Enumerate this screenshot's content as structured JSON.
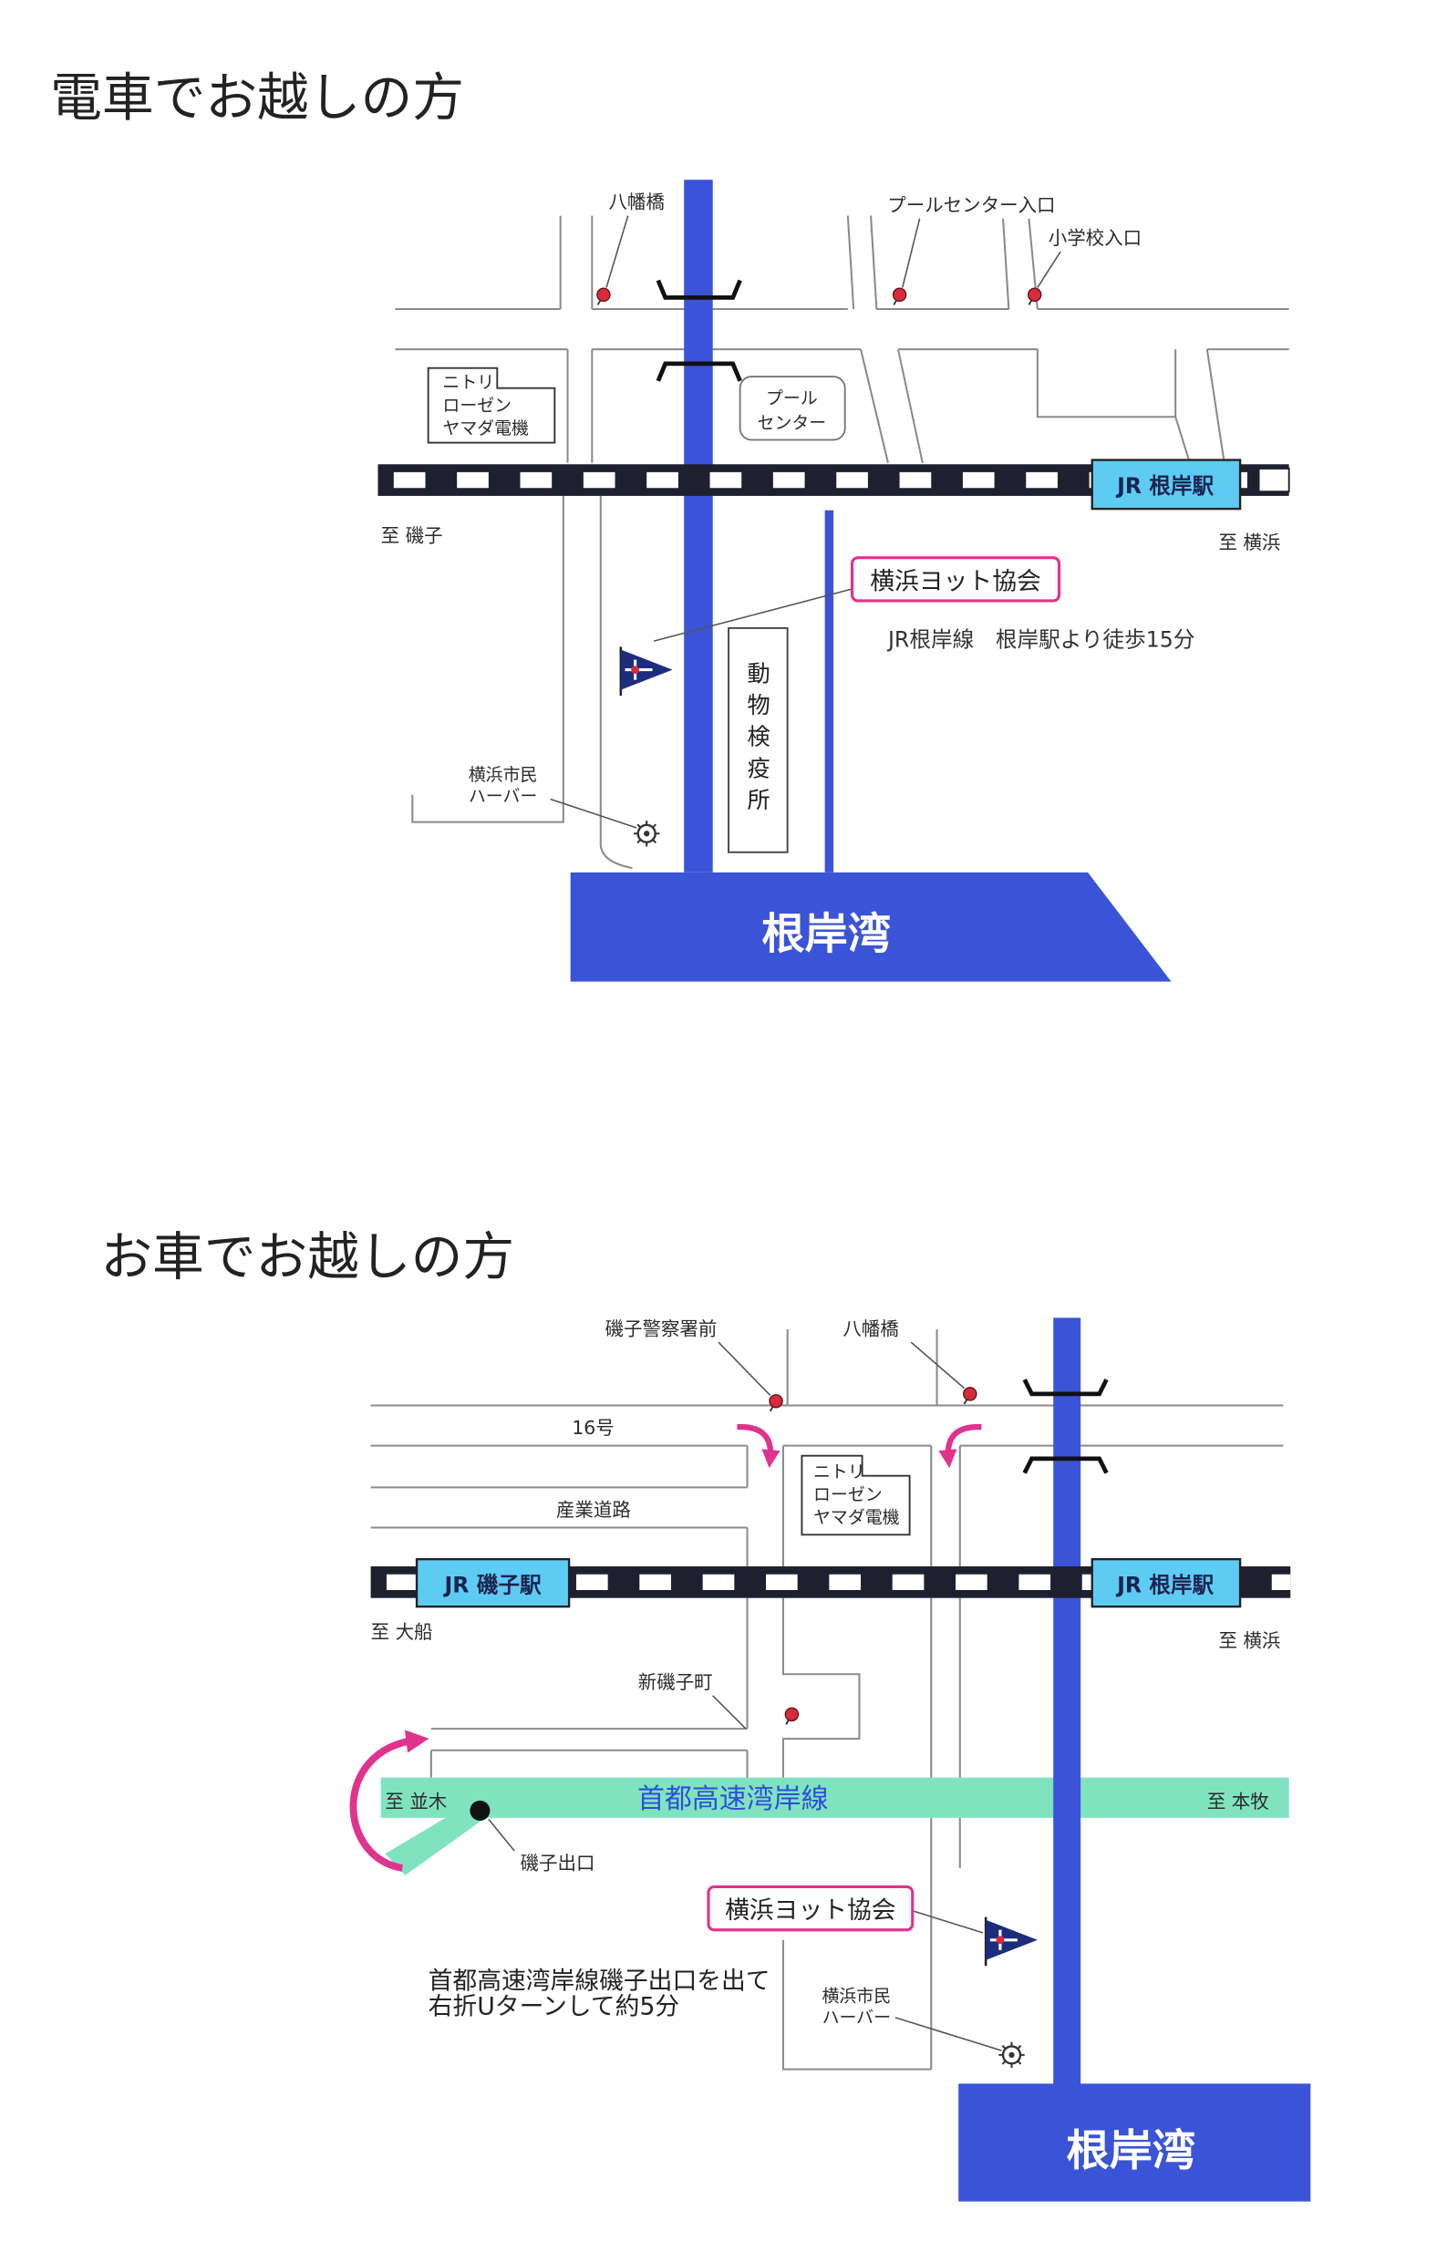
{
  "colors": {
    "river_blue": "#3b53d6",
    "station_fill": "#5ecbf3",
    "expressway_green": "#80e3c0",
    "highlight_magenta": "#e0338e",
    "pin_red": "#d62b3d",
    "flag_navy": "#1c2d7e",
    "rail_dark": "#1e2030",
    "road_gray": "#8a8a8a",
    "expressway_text": "#2d4fd6"
  },
  "icons": [
    "map-pin-icon",
    "flag-icon",
    "ship-wheel-icon",
    "curved-arrow-icon",
    "u-turn-arrow-icon",
    "exit-dot-icon"
  ],
  "train_access": {
    "title": "電車でお越しの方",
    "map": {
      "stop_hachimanbashi": "八幡橋",
      "stop_pool_center_entrance": "プールセンター入口",
      "stop_school_entrance": "小学校入口",
      "store_block": [
        "ニトリ",
        "ローゼン",
        "ヤマダ電機"
      ],
      "pool_center": [
        "プール",
        "センター"
      ],
      "station_negishi": "JR 根岸駅",
      "to_isogo": "至 磯子",
      "to_yokohama": "至 横浜",
      "yacht_association": "横浜ヨット協会",
      "walk_note": "JR根岸線　根岸駅より徒歩15分",
      "quarantine_station": "動物検疫所",
      "citizen_harbor": [
        "横浜市民",
        "ハーバー"
      ],
      "bay": "根岸湾"
    }
  },
  "car_access": {
    "title": "お車でお越しの方",
    "map": {
      "stop_isogo_police": "磯子警察署前",
      "stop_hachimanbashi": "八幡橋",
      "route_16": "16号",
      "sangyo_road": "産業道路",
      "store_block": [
        "ニトリ",
        "ローゼン",
        "ヤマダ電機"
      ],
      "station_isogo": "JR 磯子駅",
      "station_negishi": "JR 根岸駅",
      "to_ofuna": "至 大船",
      "to_yokohama": "至 横浜",
      "shin_isogo": "新磯子町",
      "expressway": "首都高速湾岸線",
      "to_namiki": "至 並木",
      "to_honmoku": "至 本牧",
      "isogo_exit": "磯子出口",
      "yacht_association": "横浜ヨット協会",
      "directions": [
        "首都高速湾岸線磯子出口を出て",
        "右折Uターンして約5分"
      ],
      "citizen_harbor": [
        "横浜市民",
        "ハーバー"
      ],
      "bay": "根岸湾"
    }
  }
}
